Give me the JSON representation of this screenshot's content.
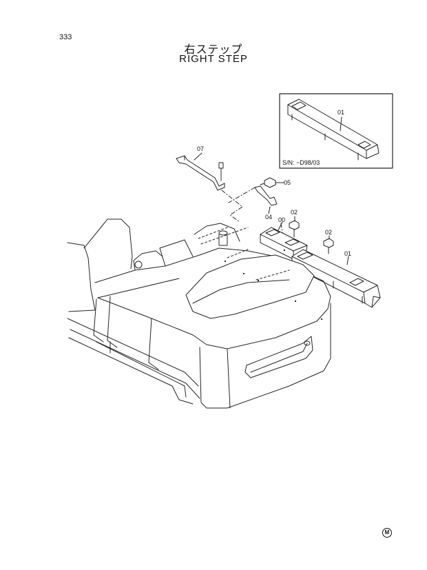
{
  "page_number": "333",
  "title_jp": "右ステップ",
  "title_en": "RIGHT STEP",
  "inset_serial": "S/N: ~D98/03",
  "callouts": {
    "inset_step": "01",
    "bracket_07": "07",
    "bolt_05": "05",
    "bracket_04": "04",
    "bolt_02_upper": "02",
    "step_00": "00",
    "bolt_02_lower": "02",
    "step_01": "01"
  },
  "manufacturer_mark": "M"
}
